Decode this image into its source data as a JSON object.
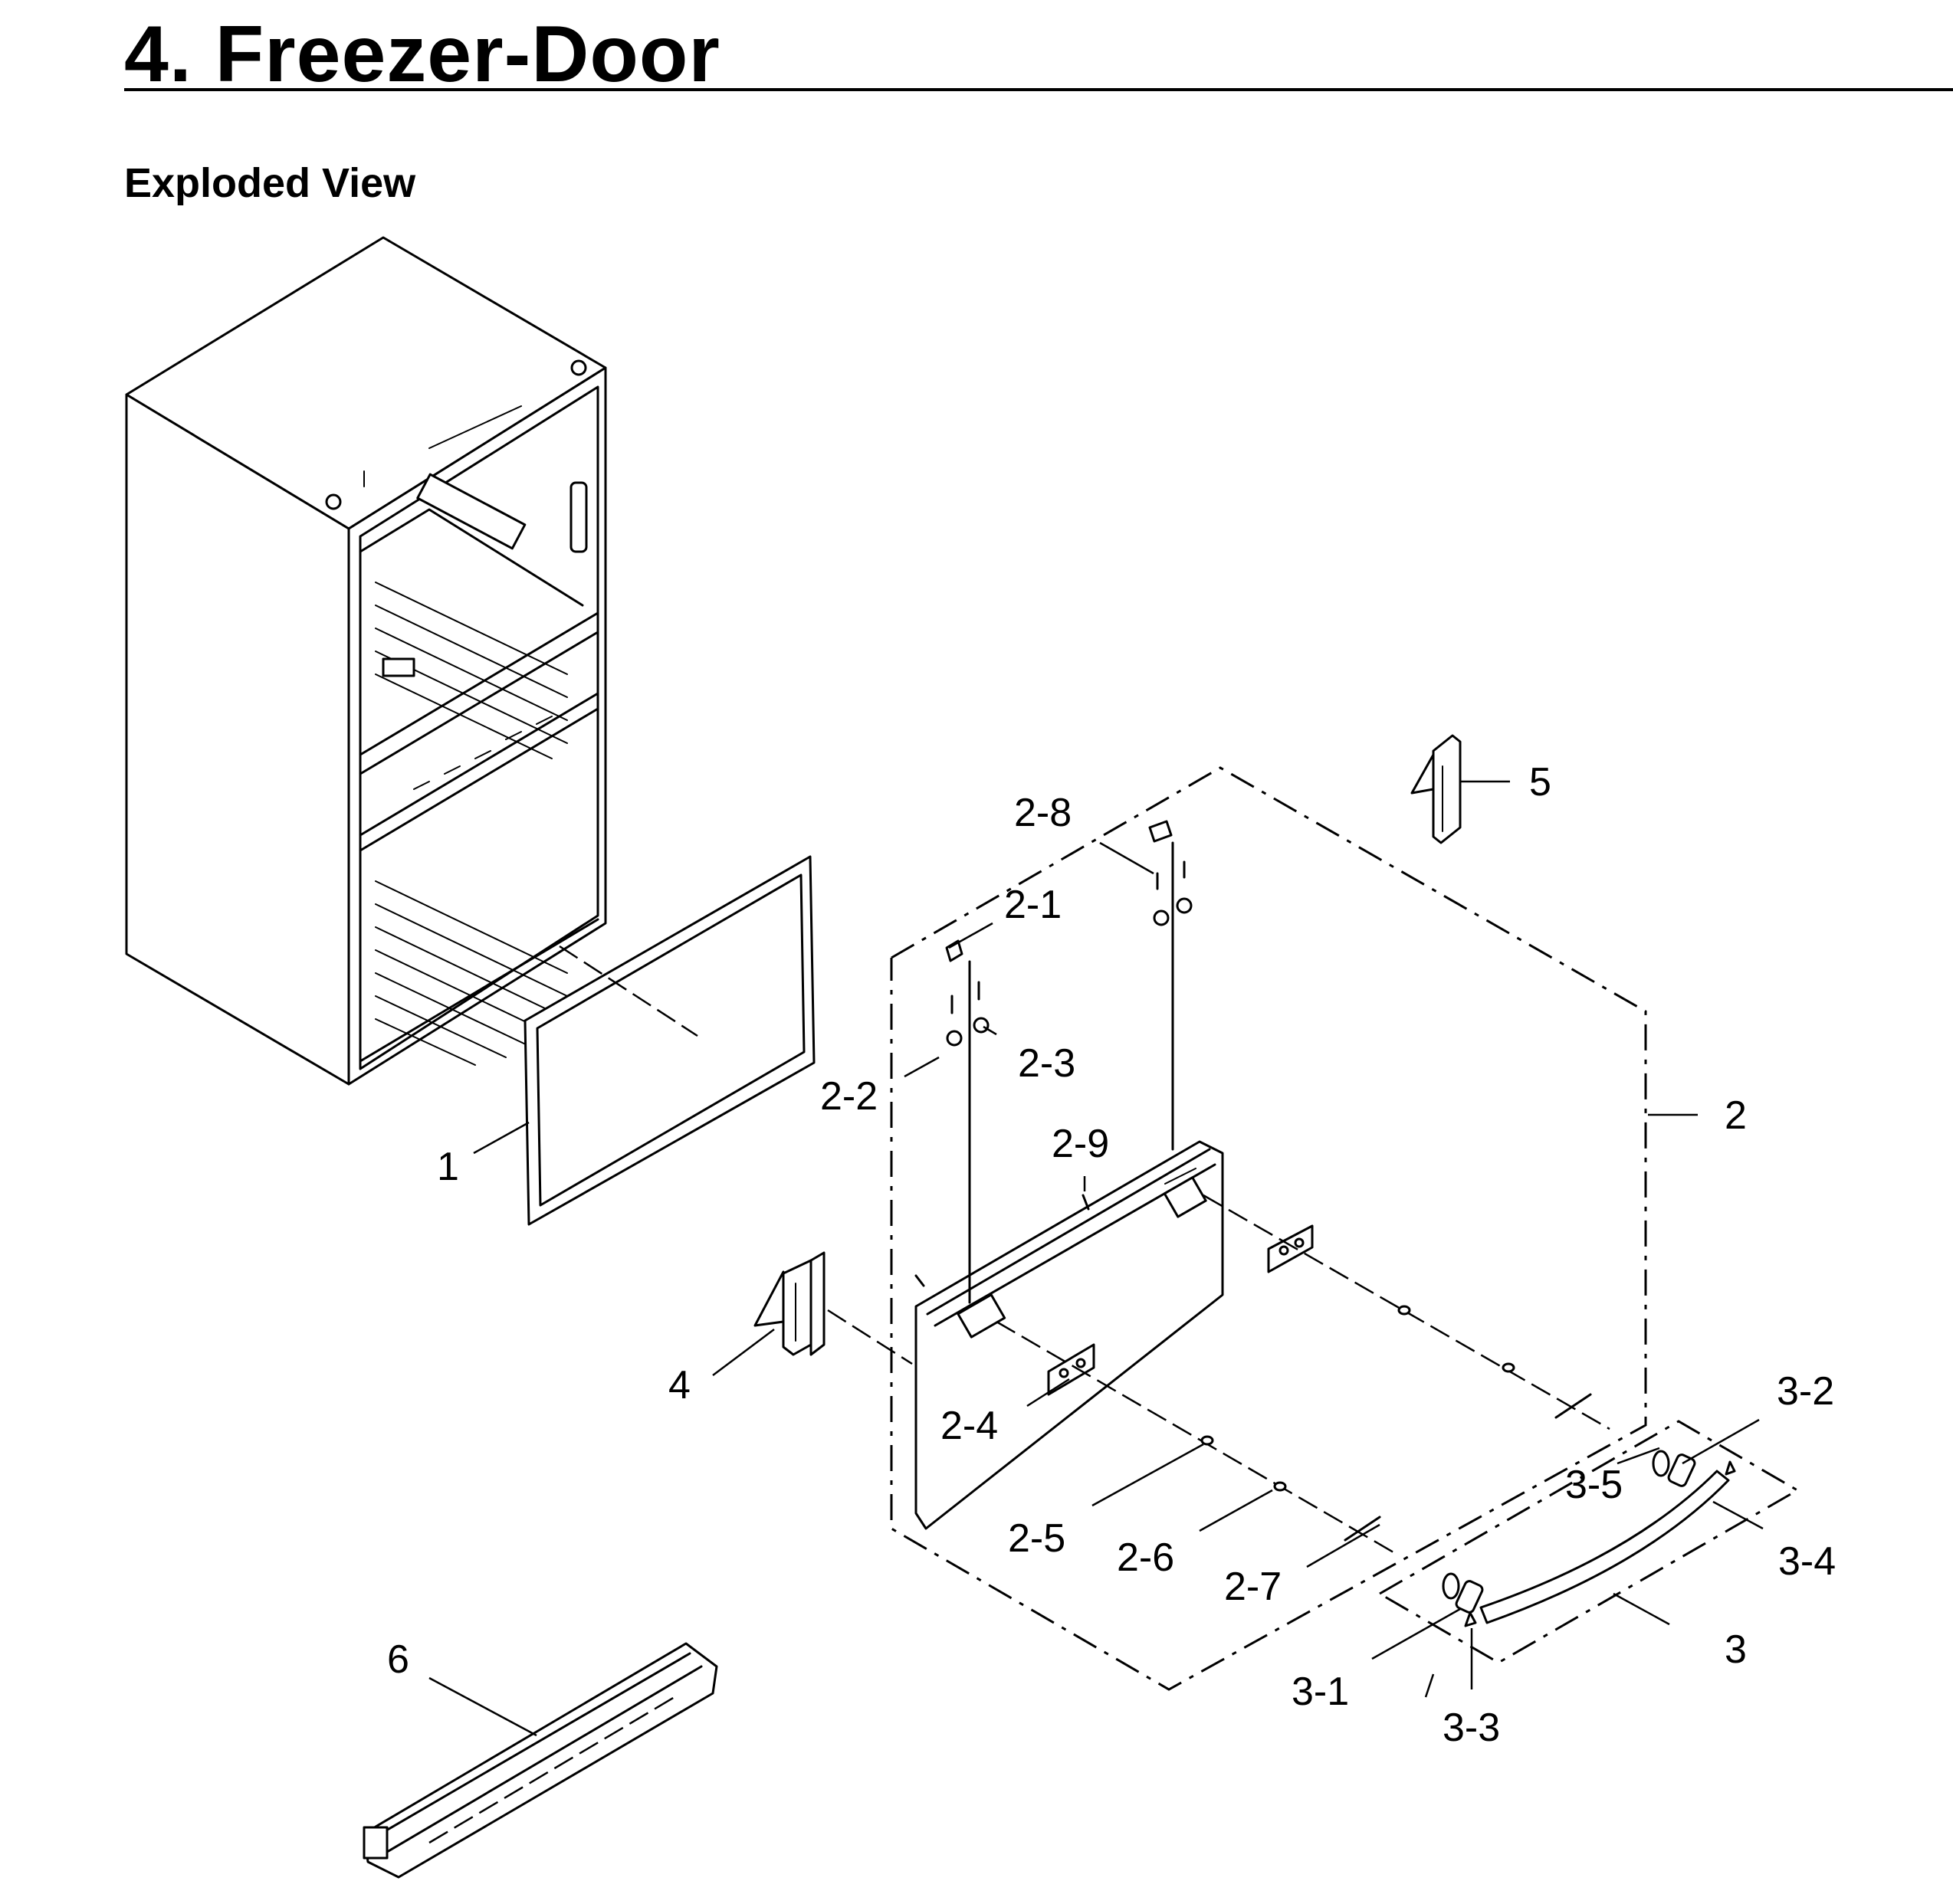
{
  "header": {
    "title": "4.  Freezer-Door",
    "subtitle": "Exploded View"
  },
  "callouts": {
    "c1": "1",
    "c2": "2",
    "c2_1": "2-1",
    "c2_2": "2-2",
    "c2_3": "2-3",
    "c2_4": "2-4",
    "c2_5": "2-5",
    "c2_6": "2-6",
    "c2_7": "2-7",
    "c2_8": "2-8",
    "c2_9": "2-9",
    "c3": "3",
    "c3_1": "3-1",
    "c3_2": "3-2",
    "c3_3": "3-3",
    "c3_4": "3-4",
    "c3_5": "3-5",
    "c4": "4",
    "c5": "5",
    "c6": "6"
  }
}
